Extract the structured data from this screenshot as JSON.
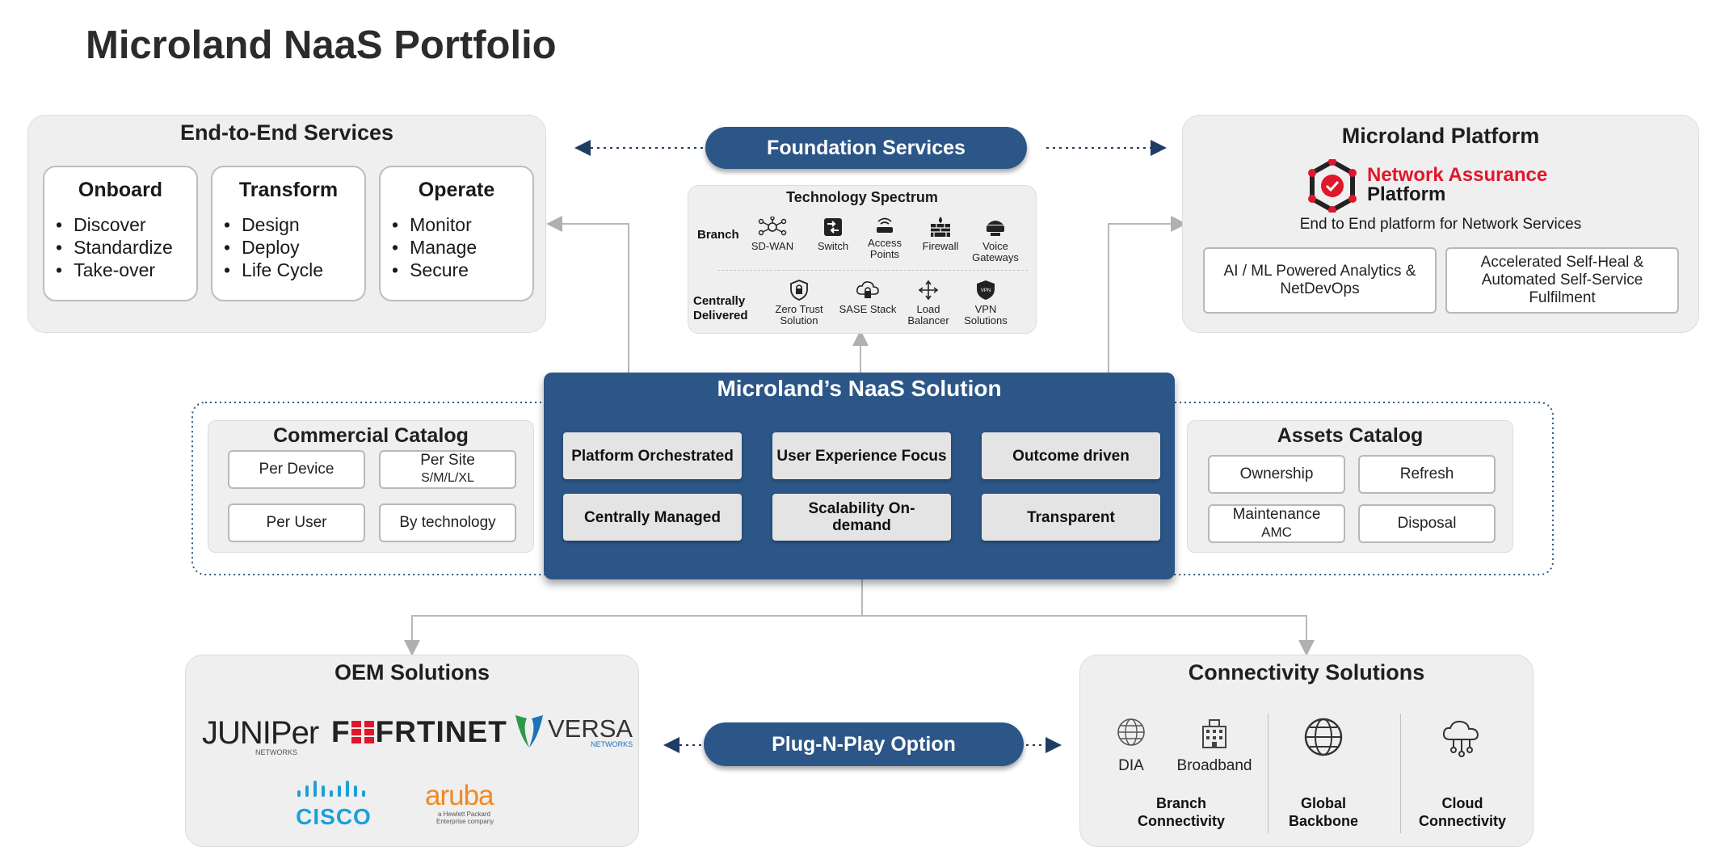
{
  "page_title": "Microland NaaS Portfolio",
  "end_to_end": {
    "title": "End-to-End Services",
    "cards": [
      {
        "title": "Onboard",
        "items": [
          "Discover",
          "Standardize",
          "Take-over"
        ]
      },
      {
        "title": "Transform",
        "items": [
          "Design",
          "Deploy",
          "Life Cycle"
        ]
      },
      {
        "title": "Operate",
        "items": [
          "Monitor",
          "Manage",
          "Secure"
        ]
      }
    ]
  },
  "foundation": {
    "label": "Foundation Services",
    "tech_title": "Technology Spectrum",
    "branch_label": "Branch",
    "central_label_1": "Centrally",
    "central_label_2": "Delivered",
    "branch_items": [
      {
        "label": "SD-WAN",
        "icon": "sdwan-icon"
      },
      {
        "label": "Switch",
        "icon": "switch-icon"
      },
      {
        "label": "Access Points",
        "icon": "access-point-icon"
      },
      {
        "label": "Firewall",
        "icon": "firewall-icon"
      },
      {
        "label": "Voice Gateways",
        "icon": "voice-gateway-icon"
      }
    ],
    "central_items": [
      {
        "label": "Zero Trust Solution",
        "icon": "shield-lock-icon"
      },
      {
        "label": "SASE Stack",
        "icon": "cloud-lock-icon"
      },
      {
        "label": "Load Balancer",
        "icon": "load-balancer-icon"
      },
      {
        "label": "VPN Solutions",
        "icon": "vpn-icon"
      }
    ]
  },
  "platform": {
    "title": "Microland Platform",
    "brand_line1": "Network Assurance",
    "brand_line2": "Platform",
    "subtitle": "End to End platform for Network Services",
    "boxes": [
      "AI / ML Powered Analytics & NetDevOps",
      "Accelerated Self-Heal & Automated Self-Service Fulfilment"
    ],
    "brand_color": "#e0162b"
  },
  "naas": {
    "title": "Microland’s NaaS Solution",
    "buttons": [
      "Platform Orchestrated",
      "User Experience Focus",
      "Outcome driven",
      "Centrally Managed",
      "Scalability On-demand",
      "Transparent"
    ],
    "color": "#2c5687"
  },
  "commercial": {
    "title": "Commercial Catalog",
    "boxes": [
      "Per Device",
      "Per Site",
      "S/M/L/XL",
      "Per User",
      "By technology"
    ]
  },
  "assets": {
    "title": "Assets Catalog",
    "boxes": [
      "Ownership",
      "Refresh",
      "Maintenance",
      "AMC",
      "Disposal"
    ]
  },
  "oem": {
    "title": "OEM Solutions",
    "logos": {
      "juniper": "JUNIPer",
      "juniper_sub": "NETWORKS",
      "fortinet": "FRTINET",
      "versa": "VERSA",
      "versa_sub": "NETWORKS",
      "cisco": "CISCO",
      "aruba": "aruba",
      "aruba_sub1": "a Hewlett Packard",
      "aruba_sub2": "Enterprise company"
    }
  },
  "plug": {
    "label": "Plug-N-Play Option"
  },
  "connectivity": {
    "title": "Connectivity Solutions",
    "items": [
      "DIA",
      "Broadband"
    ],
    "categories": [
      {
        "line1": "Branch",
        "line2": "Connectivity"
      },
      {
        "line1": "Global",
        "line2": "Backbone"
      },
      {
        "line1": "Cloud",
        "line2": "Connectivity"
      }
    ]
  }
}
